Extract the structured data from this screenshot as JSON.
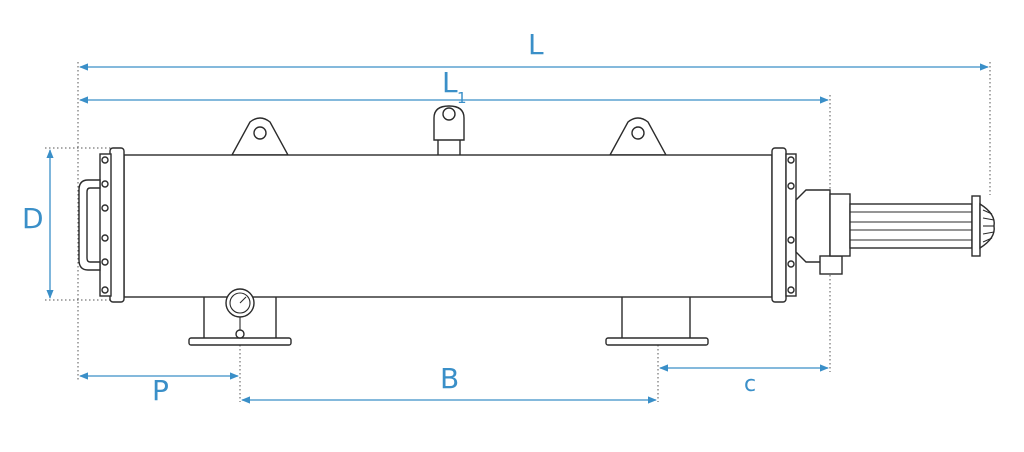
{
  "colors": {
    "dimension": "#3a8fc8",
    "outline": "#2b2b2b"
  },
  "dimensions": {
    "L": "L",
    "L1_main": "L",
    "L1_sub": "1",
    "D": "D",
    "P": "P",
    "B": "B",
    "C": "c"
  }
}
